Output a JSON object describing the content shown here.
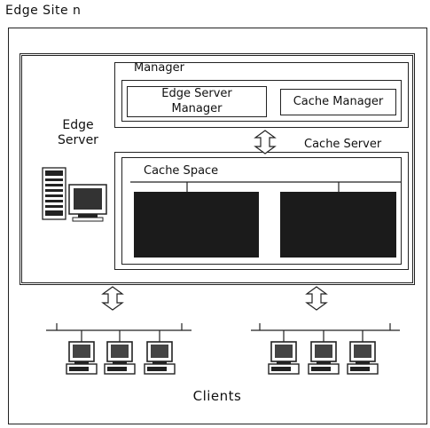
{
  "site_title": "Edge Site n",
  "edge_server_label": [
    "Edge",
    "Server"
  ],
  "manager": {
    "title": "Manager",
    "edge_server_manager": [
      "Edge Server",
      "Manager"
    ],
    "cache_manager": "Cache Manager"
  },
  "cache_server": {
    "title": "Cache Server",
    "cache_space": "Cache Space"
  },
  "clients_label": "Clients"
}
